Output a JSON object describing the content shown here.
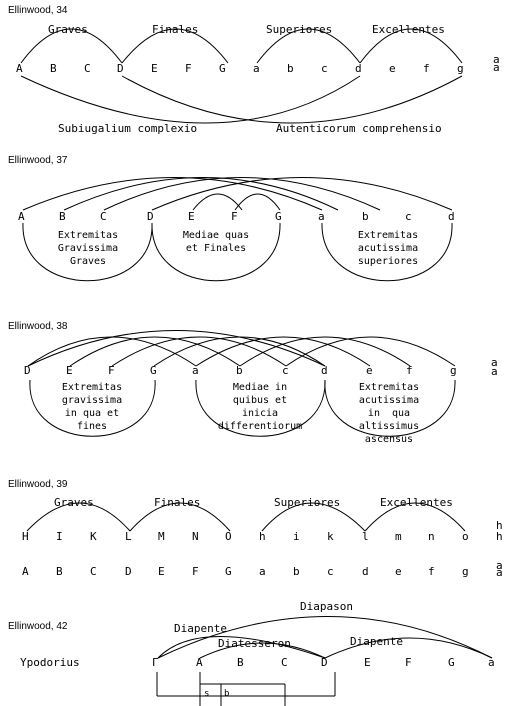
{
  "figures": {
    "f34": {
      "heading": "Ellinwood, 34",
      "notes": [
        "A",
        "B",
        "C",
        "D",
        "E",
        "F",
        "G",
        "a",
        "b",
        "c",
        "d",
        "e",
        "f",
        "g"
      ],
      "margin_notes": [
        "a",
        "a"
      ],
      "group_labels": [
        "Graves",
        "Finales",
        "Superiores",
        "Excellentes"
      ],
      "lower_labels": [
        "Subiugalium complexio",
        "Autenticorum comprehensio"
      ]
    },
    "f37": {
      "heading": "Ellinwood, 37",
      "notes": [
        "A",
        "B",
        "C",
        "D",
        "E",
        "F",
        "G",
        "a",
        "b",
        "c",
        "d"
      ],
      "captions": [
        "Extremitas\nGravissima\nGraves",
        "Mediae quas\net Finales",
        "Extremitas\nacutissima\nsuperiores"
      ]
    },
    "f38": {
      "heading": "Ellinwood, 38",
      "notes": [
        "D",
        "E",
        "F",
        "G",
        "a",
        "b",
        "c",
        "d",
        "e",
        "f",
        "g"
      ],
      "margin_notes": [
        "a",
        "a"
      ],
      "captions": [
        "Extremitas\ngravissima\nin qua et\nfines",
        "Mediae in\nquibus et\ninicia\ndifferentiorum",
        "Extremitas\nacutissima\nin  qua\naltissimus\nascensus"
      ]
    },
    "f39": {
      "heading": "Ellinwood, 39",
      "group_labels": [
        "Graves",
        "Finales",
        "Superiores",
        "Excellentes"
      ],
      "upper_notes": [
        "H",
        "I",
        "K",
        "L",
        "M",
        "N",
        "O",
        "h",
        "i",
        "k",
        "l",
        "m",
        "n",
        "o"
      ],
      "margin_upper": [
        "h",
        "h"
      ],
      "lower_notes": [
        "A",
        "B",
        "C",
        "D",
        "E",
        "F",
        "G",
        "a",
        "b",
        "c",
        "d",
        "e",
        "f",
        "g"
      ],
      "margin_lower": [
        "a",
        "a"
      ]
    },
    "f42": {
      "heading": "Ellinwood, 42",
      "mode": "Ypodorius",
      "labels": [
        "Diapason",
        "Diapente",
        "Diatesseron",
        "Diapente"
      ],
      "notes": [
        "Γ",
        "A",
        "B",
        "C",
        "D",
        "E",
        "F",
        "G",
        "a"
      ],
      "small_marks": [
        "s",
        "b"
      ]
    }
  }
}
